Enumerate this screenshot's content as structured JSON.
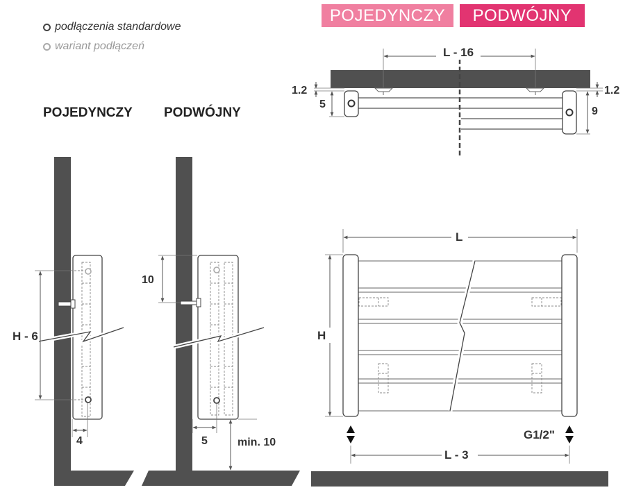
{
  "legend": {
    "standard": {
      "label": "podłączenia standardowe",
      "color": "#444444"
    },
    "variant": {
      "label": "wariant podłączeń",
      "color": "#a9a9a9"
    }
  },
  "badges": {
    "single": {
      "label": "POJEDYNCZY",
      "color": "#f07fa0"
    },
    "double": {
      "label": "PODWÓJNY",
      "color": "#e23471"
    }
  },
  "columns": {
    "single": "POJEDYNCZY",
    "double": "PODWÓJNY"
  },
  "dims": {
    "top_span": "L - 16",
    "top_gap_left": "1.2",
    "top_gap_right": "1.2",
    "top_depth_single": "5",
    "top_depth_double": "9",
    "single_height": "H - 6",
    "single_offset": "4",
    "double_bracket": "10",
    "double_offset": "5",
    "double_floor": "min. 10",
    "front_width": "L",
    "front_height": "H",
    "front_connection": "L - 3",
    "thread": "G1/2\""
  },
  "colors": {
    "wall": "#505050",
    "line": "#555555",
    "dash": "#888888"
  }
}
